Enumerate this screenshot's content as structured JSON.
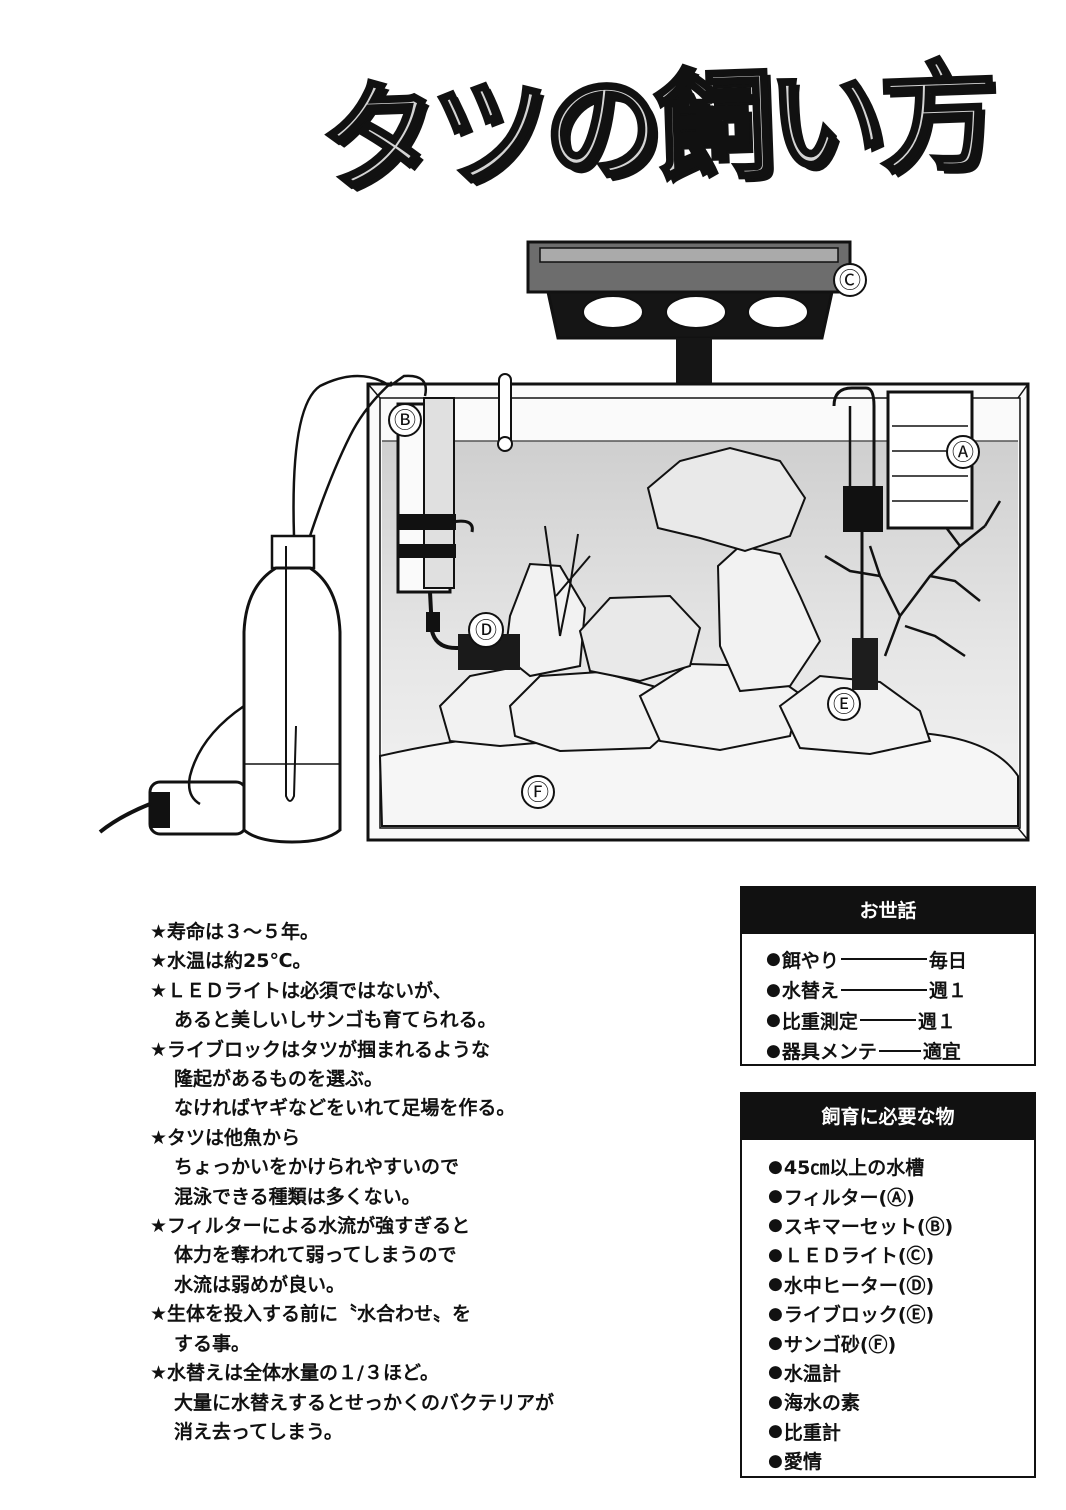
{
  "title": "タツの飼い方",
  "callouts": {
    "a": "Ⓐ",
    "b": "Ⓑ",
    "c": "Ⓒ",
    "d": "Ⓓ",
    "e": "Ⓔ",
    "f": "Ⓕ"
  },
  "notes": [
    {
      "lines": [
        "★寿命は３～５年。"
      ]
    },
    {
      "lines": [
        "★水温は約25℃。"
      ]
    },
    {
      "lines": [
        "★ＬＥＤライトは必須ではないが、",
        "あると美しいしサンゴも育てられる。"
      ]
    },
    {
      "lines": [
        "★ライブロックはタツが掴まれるような",
        "隆起があるものを選ぶ。",
        "なければヤギなどをいれて足場を作る。"
      ]
    },
    {
      "lines": [
        "★タツは他魚から",
        "ちょっかいをかけられやすいので",
        "混泳できる種類は多くない。"
      ]
    },
    {
      "lines": [
        "★フィルターによる水流が強すぎると",
        "体力を奪われて弱ってしまうので",
        "水流は弱めが良い。"
      ]
    },
    {
      "lines": [
        "★生体を投入する前に〝水合わせ〟を",
        "する事。"
      ]
    },
    {
      "lines": [
        "★水替えは全体水量の１/３ほど。",
        "大量に水替えするとせっかくのバクテリアが",
        "消え去ってしまう。"
      ]
    }
  ],
  "care": {
    "header": "お世話",
    "rows": [
      {
        "task": "餌やり",
        "freq": "毎日"
      },
      {
        "task": "水替え",
        "freq": "週１"
      },
      {
        "task": "比重測定",
        "freq": "週１"
      },
      {
        "task": "器具メンテ",
        "freq": "適宜"
      }
    ]
  },
  "items": {
    "header": "飼育に必要な物",
    "rows": [
      "45㎝以上の水槽",
      "フィルター(Ⓐ)",
      "スキマーセット(Ⓑ)",
      "ＬＥＤライト(Ⓒ)",
      "水中ヒーター(Ⓓ)",
      "ライブロック(Ⓔ)",
      "サンゴ砂(Ⓕ)",
      "水温計",
      "海水の素",
      "比重計",
      "愛情"
    ]
  }
}
